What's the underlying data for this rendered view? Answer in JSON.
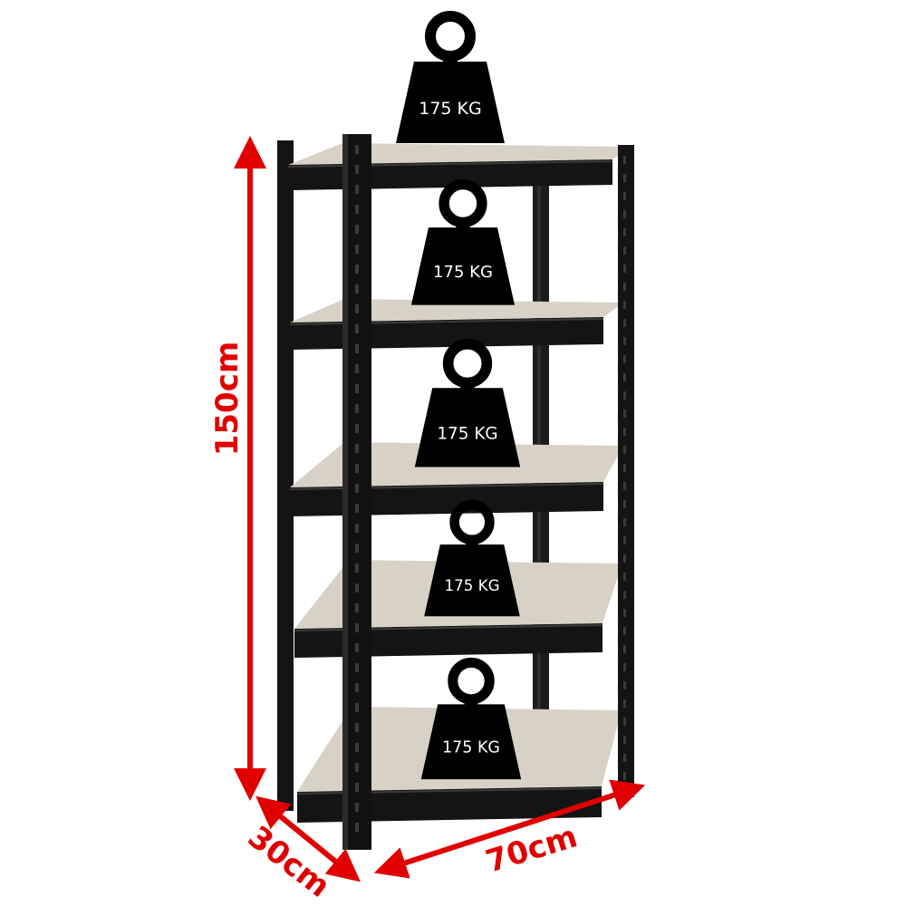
{
  "colors": {
    "background": "#ffffff",
    "frame": "#141414",
    "frame_highlight": "#3a3a3a",
    "board": "#d8d2c6",
    "board_shadow": "#b9b2a4",
    "dimension": "#e00000",
    "weight_fill": "#000000",
    "weight_text": "#ffffff"
  },
  "dimensions": {
    "height_label": "150cm",
    "depth_label": "30cm",
    "width_label": "70cm"
  },
  "shelves": [
    {
      "capacity_label": "175 KG"
    },
    {
      "capacity_label": "175 KG"
    },
    {
      "capacity_label": "175 KG"
    },
    {
      "capacity_label": "175 KG"
    },
    {
      "capacity_label": "175 KG"
    }
  ],
  "icons": {
    "weight": "kettlebell-weight-icon",
    "arrow": "double-headed-arrow-icon"
  }
}
